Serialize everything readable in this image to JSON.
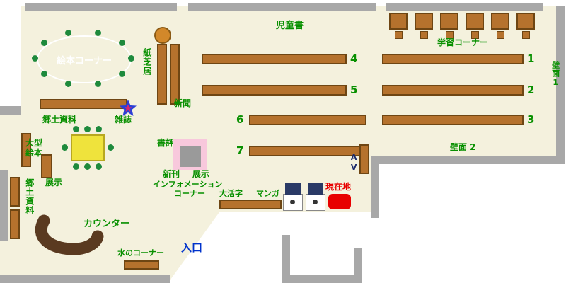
{
  "colors": {
    "floor": "#f4f1dd",
    "wall": "#a8a8a8",
    "shelf": "#b5722d",
    "shelf_border": "#6e4613",
    "label_green": "#089000",
    "entrance_blue": "#0033cc",
    "current_red": "#e80000",
    "counter_brown": "#5a3a20",
    "table_yellow": "#efe33c",
    "chair_dot_green": "#1e8a3c",
    "display_pink": "#f8c8dc",
    "terminal_navy": "#2a3a66",
    "av_navy": "#1b2a6b"
  },
  "areas": {
    "picture_book_corner": "絵本コーナー",
    "kamishibai": "紙芝居",
    "newspaper": "新聞",
    "magazine": "雑誌",
    "local_materials_upper": "郷土資料",
    "children_books": "児童書",
    "study_corner": "学習コーナー",
    "wall_1": "壁面1",
    "wall_2": "壁面 2",
    "book_review": "書評",
    "new_arrivals": "新刊",
    "display_right": "展示",
    "information_line1": "インフォメーション",
    "information_line2": "コーナー",
    "large_print": "大活字",
    "manga": "マンガ",
    "current_location": "現在地",
    "av": "AV",
    "large_picture_books_line1": "大型",
    "large_picture_books_line2": "絵本",
    "display_left": "展示",
    "local_materials_lower": "郷土資料",
    "counter": "カウンター",
    "water_corner": "水のコーナー",
    "entrance": "入口"
  },
  "shelf_numbers": [
    "1",
    "2",
    "3",
    "4",
    "5",
    "6",
    "7"
  ]
}
